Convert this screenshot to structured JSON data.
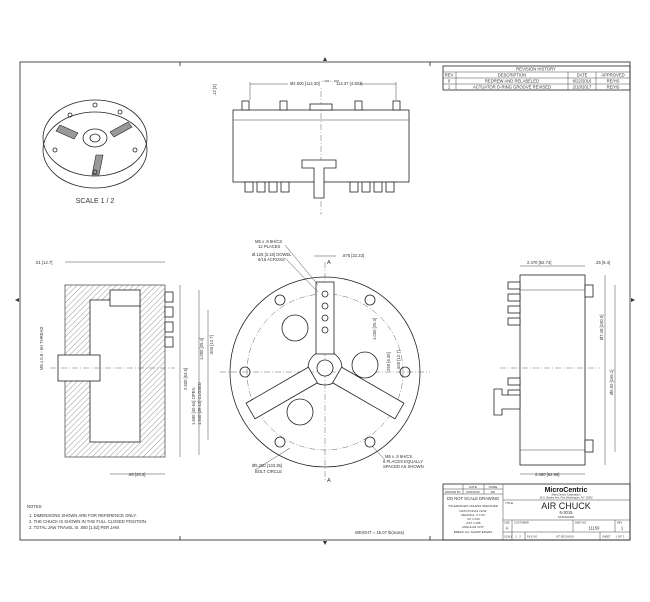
{
  "revision_table": {
    "title": "REVISION HISTORY",
    "headers": [
      "REV",
      "DESCRIPTION",
      "DATE",
      "APPROVED"
    ],
    "rows": [
      [
        "0",
        "REDREW AND RELABELED",
        "8/22/2016",
        "RE/HS"
      ],
      [
        "1",
        "ACTUATOR O-RING GROOVE REVISED",
        "2/10/2017",
        "RE/HS"
      ]
    ]
  },
  "iso_view": {
    "scale_label": "SCALE 1 / 2"
  },
  "top_view": {
    "dim_diameter": "Ø4.500 [114.30]",
    "dim_diameter_tol": "+.001 / -.000",
    "dim_metric": "114.37 [4.503]",
    "dim_height": ".12 [3]"
  },
  "section_view": {
    "dim_top": ".51 [12.7]",
    "dim_thread": "M5 x 0.8 - 6H THREAD",
    "dim_height": "2.500 [63.5]",
    "dim_bottom": ".80 [20.3]"
  },
  "front_view": {
    "section_marker": "A",
    "callout_holes": [
      "M5 x .8 6H/CS",
      "12 PLACES"
    ],
    "callout_dowel": [
      "Ø.125 [3.18] DOWEL",
      "9/16 ACROSS"
    ],
    "dim_width": ".875 [22.23]",
    "dim_right_1": "1.000 [25.4]",
    "dim_right_2": ".500 [12.7]",
    "dim_right_3": ".250 [6.35]",
    "dim_left_1": "1.000 [25.4]",
    "dim_left_2": ".500 [12.7]",
    "dim_left_3": "1.600 [40.64] OPEN",
    "dim_left_4": "1.540 [39.12] CLOSED",
    "callout_bolt_circle": [
      "Ø5.250 [133.35]",
      "BOLT CIRCLE"
    ],
    "callout_mount": [
      "M5 x .8 6H/CS",
      "6 PLACES EQUALLY",
      "SPACED AS SHOWN"
    ]
  },
  "side_view": {
    "dim_top_left": "2.470 [62.74]",
    "dim_top_right": ".25 [6.4]",
    "dim_dia_1": "Ø7.48 [190.0]",
    "dim_dia_2": "Ø6.50 [165.1]",
    "dim_bottom": "2.480 [62.99]"
  },
  "notes": {
    "title": "NOTES:",
    "items": [
      "1.  DIMENSIONS SHOWN ARE FOR REFERENCE ONLY.",
      "2.  THE CHUCK IS SHOWN IN THE FULL CLOSED POSITION.",
      "3.  TOTAL JAW TRAVEL IS .060 [1.52] PER JAW."
    ]
  },
  "weight": "WEIGHT = 15.07 lb(mass)",
  "title_block": {
    "drawn_headers": [
      "",
      "DATE",
      "NAME"
    ],
    "drawn_row": [
      "DRAWN BY",
      "8/22/2016",
      "RE"
    ],
    "do_not_scale": "DO NOT SCALE DRAWING",
    "tolerances_title": "TOLERANCES UNLESS SPECIFIED",
    "tolerances": [
      "FRACTIONAL  ±1/32",
      "DECIMAL .X  ±.03",
      ".XX  ±.010",
      ".XXX  ±.005",
      "ANGULAR  ±0.5°"
    ],
    "finish": "BREAK ALL SHARP EDGES",
    "company": "MicroCentric",
    "company_sub": [
      "MicroCentric Corporation",
      "25 S. Bayles Ave, Port Washington, NY 11050"
    ],
    "title_label": "TITLE",
    "title": "AIR CHUCK",
    "part_no": "6-3015",
    "part_sub": "STANDARD",
    "size_label": "SIZE",
    "size": "A",
    "customer_label": "CUSTOMER",
    "dwg_label": "DWG NO.",
    "dwg_no": "11159",
    "rev_label": "REV",
    "rev": "1",
    "scale_label": "SCALE",
    "scale": "1 : 2",
    "file_label": "FILE NO.",
    "file_no": "6T-3015-000",
    "sheet_label": "SHEET",
    "sheet": "1 OF 1"
  }
}
